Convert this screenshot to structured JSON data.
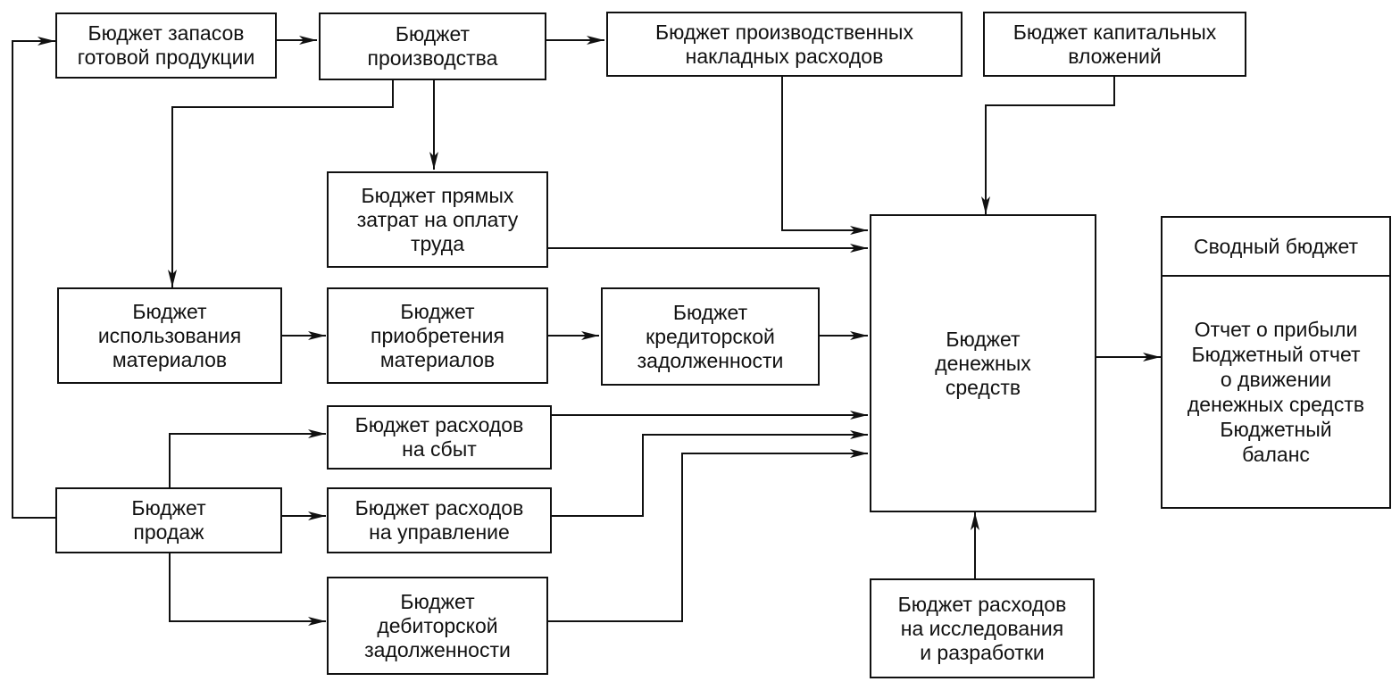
{
  "diagram": {
    "nodes": {
      "finished_goods": "Бюджет запасов\nготовой продукции",
      "production": "Бюджет\nпроизводства",
      "overhead": "Бюджет производственных\nнакладных расходов",
      "capex": "Бюджет капитальных\nвложений",
      "direct_labor": "Бюджет прямых\nзатрат на оплату\nтруда",
      "materials_usage": "Бюджет\nиспользования\nматериалов",
      "materials_purchase": "Бюджет\nприобретения\nматериалов",
      "payables": "Бюджет\nкредиторской\nзадолженности",
      "cash": "Бюджет\nденежных\nсредств",
      "selling": "Бюджет расходов\nна сбыт",
      "sales": "Бюджет\nпродаж",
      "admin": "Бюджет расходов\nна управление",
      "receivables": "Бюджет\nдебиторской\nзадолженности",
      "rnd": "Бюджет расходов\nна исследования\nи разработки"
    },
    "summary": {
      "title": "Сводный бюджет",
      "body": "Отчет о прибыли\nБюджетный отчет\nо движении\nденежных средств\nБюджетный\nбаланс"
    }
  }
}
